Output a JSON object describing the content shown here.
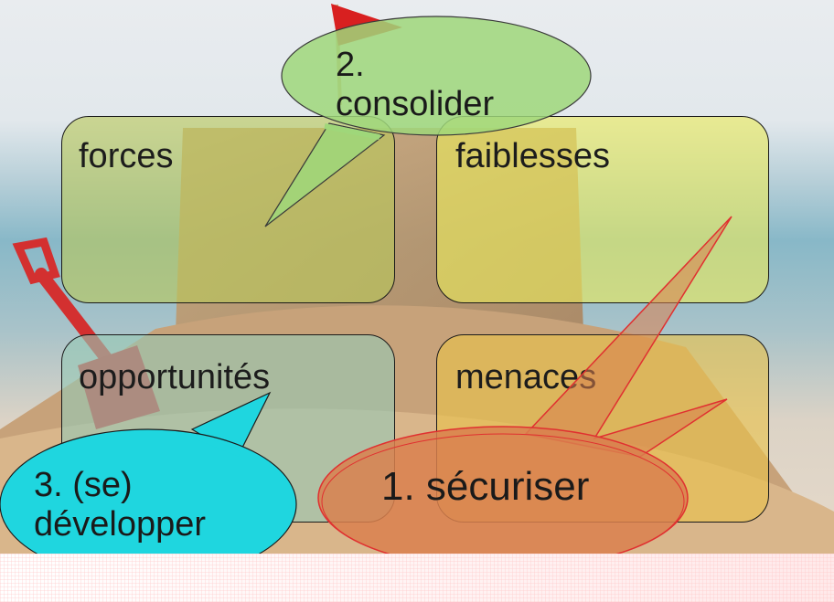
{
  "quadrants": {
    "forces": "forces",
    "faiblesses": "faiblesses",
    "opportunites": "opportunités",
    "menaces": "menaces"
  },
  "bubbles": {
    "consolider": "2.\nconsolider",
    "securiser": "1. sécuriser",
    "developper": "3. (se)\ndévelopper"
  },
  "colors": {
    "forces_fill": "#b9c85a",
    "faiblesses_fill": "#eaea5c",
    "opportunites_fill": "#9cc7b4",
    "menaces_fill": "#e8c24a",
    "bubble_green": "#9fd77a",
    "bubble_orange": "#d9804e",
    "bubble_cyan": "#1fd6df",
    "flag_red": "#d82020"
  }
}
